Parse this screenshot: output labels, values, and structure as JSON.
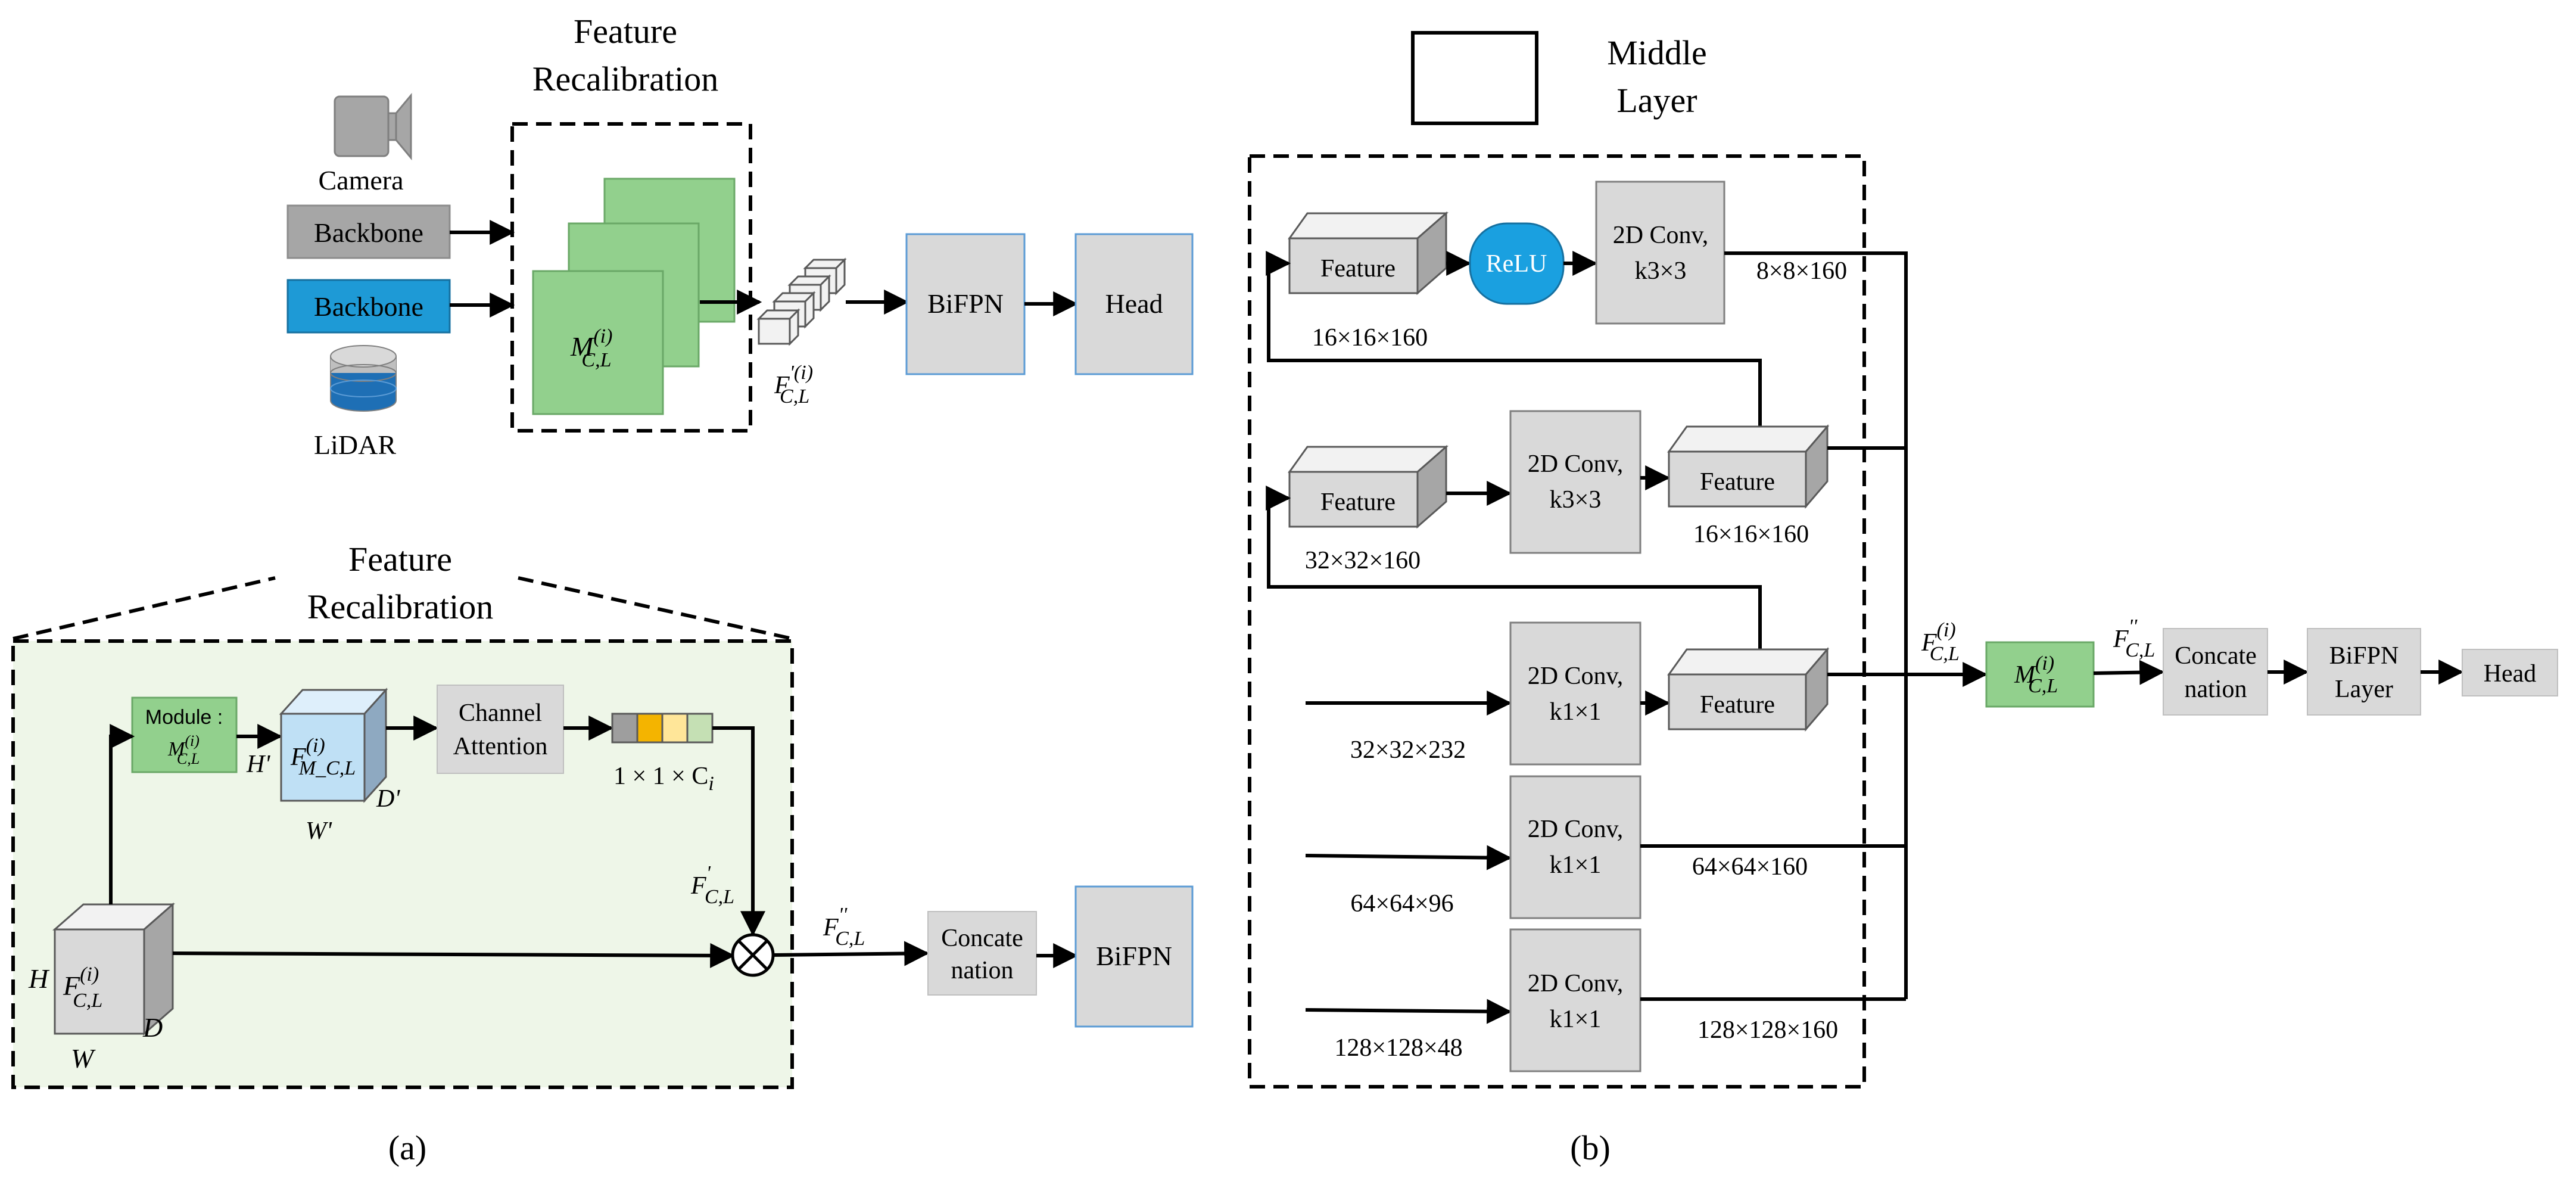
{
  "panel_a": {
    "caption": "(a)",
    "top": {
      "feature_recalibration_title": [
        "Feature",
        "Recalibration"
      ],
      "camera_label": "Camera",
      "lidar_label": "LiDAR",
      "backbone_camera": "Backbone",
      "backbone_lidar": "Backbone",
      "module_symbol": "M",
      "module_sub": "C,L",
      "module_sup": "(i)",
      "feature_out_symbol": "F",
      "feature_out_sup": "'(i)",
      "feature_out_sub": "C,L",
      "bifpn": "BiFPN",
      "head": "Head"
    },
    "bottom": {
      "feature_recalibration_title": [
        "Feature",
        "Recalibration"
      ],
      "module_label": "Module :",
      "module_symbol": "M",
      "module_sup": "(i)",
      "module_sub": "C,L",
      "h_prime": "H'",
      "w_prime": "W'",
      "d_prime": "D'",
      "fm_symbol": "F",
      "fm_sup": "(i)",
      "fm_sub": "M_C,L",
      "channel_attention": [
        "Channel",
        "Attention"
      ],
      "vector_label": "1 × 1 × C",
      "vector_sub": "i",
      "vector_colors": [
        "#9e9e9e",
        "#f4b400",
        "#ffe699",
        "#c5e0b4"
      ],
      "fprime_symbol": "F",
      "fprime_sup": "'",
      "fprime_sub": "C,L",
      "input_symbol": "F",
      "input_sup": "(i)",
      "input_sub": "C,L",
      "h": "H",
      "w": "W",
      "d": "D",
      "fdouble_symbol": "F",
      "fdouble_sup": "''",
      "fdouble_sub": "C,L",
      "concat": [
        "Concate",
        "nation"
      ],
      "bifpn": "BiFPN"
    }
  },
  "panel_b": {
    "caption": "(b)",
    "legend_label": [
      "Middle",
      "Layer"
    ],
    "feature": "Feature",
    "relu": "ReLU",
    "conv_k3_row1": [
      "2D Conv,",
      "k3×3"
    ],
    "conv_k3_row2": [
      "2D Conv,",
      "k3×3"
    ],
    "conv_k1": [
      "2D Conv,",
      "k1×1"
    ],
    "dims": {
      "row1_in": "16×16×160",
      "row1_out": "8×8×160",
      "row2_in": "32×32×160",
      "row2_out": "16×16×160",
      "row3_in": "32×32×232",
      "row4_in": "64×64×96",
      "row4_out": "64×64×160",
      "row5_in": "128×128×48",
      "row5_out": "128×128×160"
    },
    "f_symbol": "F",
    "f_sup": "(i)",
    "f_sub": "C,L",
    "m_symbol": "M",
    "m_sup": "(i)",
    "m_sub": "C,L",
    "f2_symbol": "F",
    "f2_sup": "''",
    "f2_sub": "C,L",
    "concat": [
      "Concate",
      "nation"
    ],
    "bifpn_layer": [
      "BiFPN",
      "Layer"
    ],
    "head": "Head"
  },
  "colors": {
    "green_box": "#92d08d",
    "green_border": "#6aa867",
    "blue_backbone": "#1e9ad6",
    "gray_backbone": "#a6a6a6",
    "light_gray": "#d9d9d9",
    "relu_blue": "#1aa0e0",
    "panel_bg": "#eef6e8",
    "cube_blue": "#bfe0f5"
  }
}
